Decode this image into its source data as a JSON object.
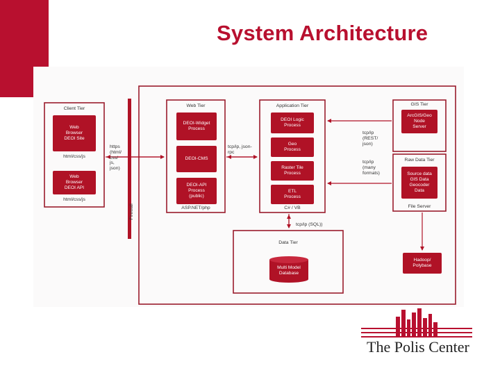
{
  "title": "System Architecture",
  "colors": {
    "accent": "#b8102f",
    "box": "#b01226",
    "text": "#333333"
  },
  "diagram": {
    "client_tier": {
      "title": "Client Tier",
      "box1": "Web\nBrowser\nDEOI Site",
      "label1": "html/css/js",
      "box2": "Web\nBrowser\nDEOI API",
      "label2": "html/css/js"
    },
    "https_label": "https\n(html/\ncss/\njs,\njson)",
    "firewall": "Firewall",
    "web_tier": {
      "title": "Web Tier",
      "box1": "DEOI-Widget\nProcess",
      "box2": "DEOI-CMS",
      "box3": "DEOI-API\nProcess\n(public)",
      "footer": "ASP.NET/php"
    },
    "web_app_label": "tcp/ip, json-\nrpc",
    "app_tier": {
      "title": "Application Tier",
      "box1": "DEOI Logic\nProcess",
      "box2": "Geo\nProcess",
      "box3": "Raster Tile\nProcess",
      "box4": "ETL\nProcess",
      "footer": "C# / VB"
    },
    "gis_label": "tcp/ip\n(REST/\njson)",
    "raw_label": "tcp/ip\n(many\nformats)",
    "gis_tier": {
      "title": "GIS Tier",
      "box": "ArcGIS/Geo\nNode\nServer"
    },
    "raw_tier": {
      "title": "Raw Data Tier",
      "box": "Source data\nGIS Data\nGeocoder\nData",
      "footer": "File Server"
    },
    "sql_label": "tcp/ip (SQL))",
    "data_tier": {
      "title": "Data Tier",
      "db": "Multi Model\nDatabase"
    },
    "hadoop": "Hadoop/\nPolybase"
  },
  "logo": {
    "text": "The Polis Center"
  }
}
